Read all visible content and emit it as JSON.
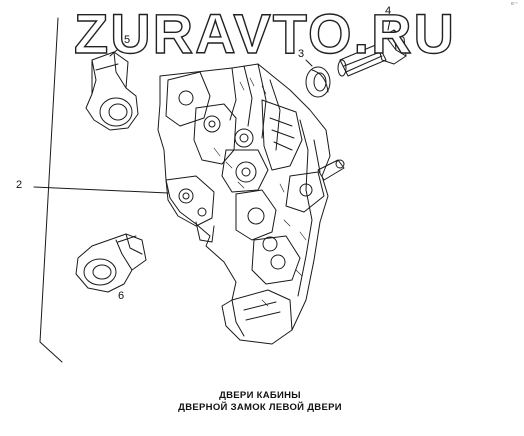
{
  "watermark": {
    "text": "ZURAVTO.RU"
  },
  "callouts": [
    {
      "id": "2",
      "label": "2"
    },
    {
      "id": "3",
      "label": "3"
    },
    {
      "id": "4",
      "label": "4"
    },
    {
      "id": "5",
      "label": "5"
    },
    {
      "id": "6",
      "label": "6"
    }
  ],
  "caption": {
    "line1": "ДВЕРИ КАБИНЫ",
    "line2": "ДВЕРНОЙ ЗАМОК ЛЕВОЙ ДВЕРИ"
  },
  "corner_mark": "ᵉ⁻"
}
